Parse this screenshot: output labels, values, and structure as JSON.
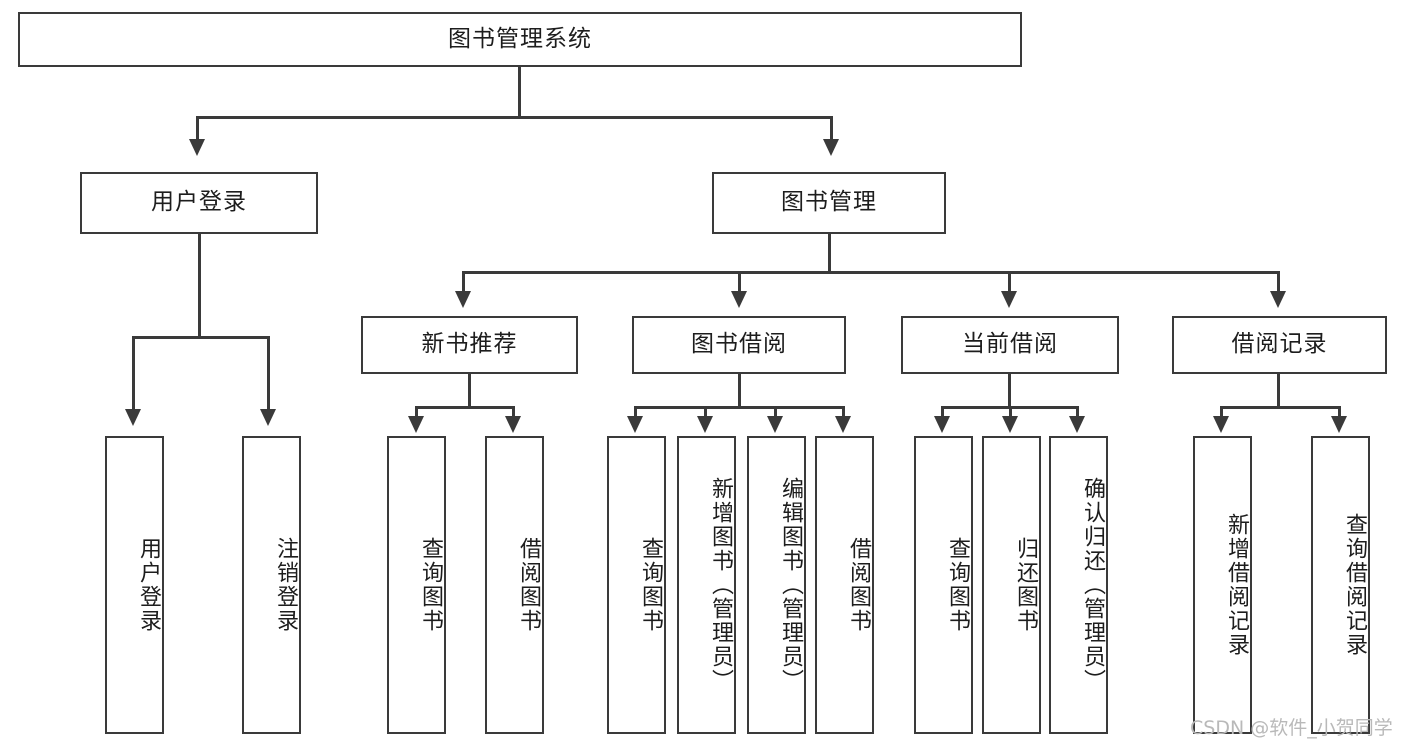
{
  "diagram": {
    "title": "图书管理系统",
    "type": "tree",
    "watermark": "CSDN @软件_小贺同学",
    "colors": {
      "stroke": "#3a3a3a",
      "fill": "#ffffff",
      "text": "#1d1d1d",
      "watermark": "#b9b9b9",
      "background": "#ffffff"
    },
    "levels": {
      "root": "图书管理系统",
      "level2": [
        "用户登录",
        "图书管理"
      ],
      "level3": [
        "新书推荐",
        "图书借阅",
        "当前借阅",
        "借阅记录"
      ]
    },
    "nodes": {
      "root": {
        "label": "图书管理系统"
      },
      "user_login": {
        "label": "用户登录"
      },
      "book_manage": {
        "label": "图书管理"
      },
      "new_book_rec": {
        "label": "新书推荐"
      },
      "book_borrow": {
        "label": "图书借阅"
      },
      "current_borrow": {
        "label": "当前借阅"
      },
      "borrow_record": {
        "label": "借阅记录"
      }
    },
    "leaves": {
      "user_login": [
        {
          "label": "用户登录"
        },
        {
          "label": "注销登录"
        }
      ],
      "new_book_rec": [
        {
          "label": "查询图书"
        },
        {
          "label": "借阅图书"
        }
      ],
      "book_borrow": [
        {
          "label": "查询图书"
        },
        {
          "label": "新增图书（管理员）"
        },
        {
          "label": "编辑图书（管理员）"
        },
        {
          "label": "借阅图书"
        }
      ],
      "current_borrow": [
        {
          "label": "查询图书"
        },
        {
          "label": "归还图书"
        },
        {
          "label": "确认归还（管理员）"
        }
      ],
      "borrow_record": [
        {
          "label": "新增借阅记录"
        },
        {
          "label": "查询借阅记录"
        }
      ]
    }
  }
}
